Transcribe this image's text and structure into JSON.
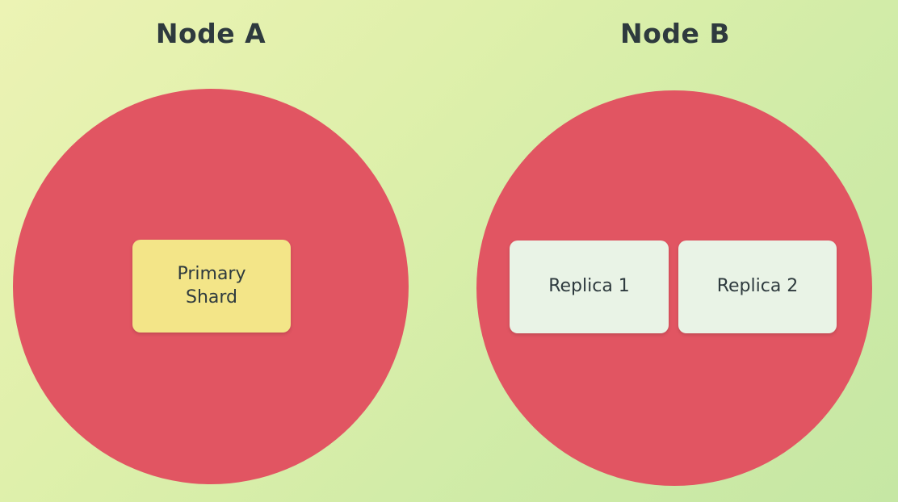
{
  "diagram": {
    "node_a": {
      "title": "Node A",
      "shard": {
        "label": "Primary Shard",
        "type": "primary"
      }
    },
    "node_b": {
      "title": "Node B",
      "replicas": [
        {
          "label": "Replica 1",
          "type": "replica"
        },
        {
          "label": "Replica 2",
          "type": "replica"
        }
      ]
    },
    "colors": {
      "circle": "#e15562",
      "primary_shard_bg": "#f3e588",
      "replica_bg": "#e9f3e6",
      "text_dark": "#2e3a3e",
      "background_start": "#ecf3b4",
      "background_end": "#c6e7a4"
    }
  }
}
